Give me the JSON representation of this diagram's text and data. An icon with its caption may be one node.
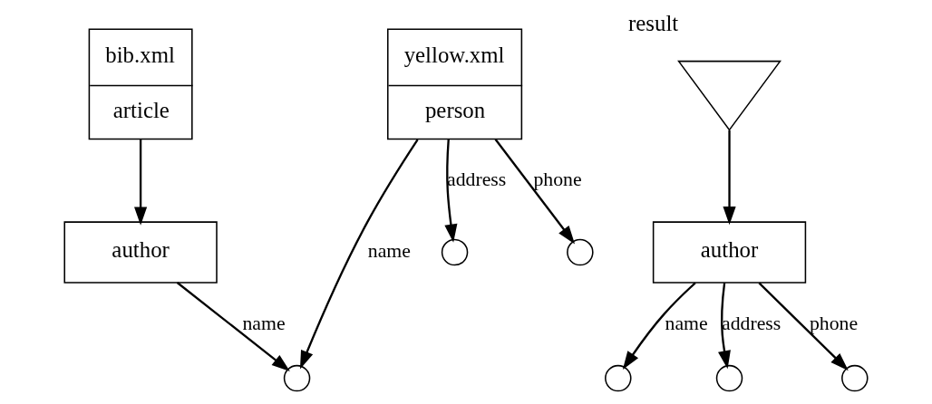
{
  "diagram": {
    "nodes": [
      {
        "text": [
          "bib.xml",
          "article"
        ]
      },
      {
        "text": [
          "yellow.xml",
          "person"
        ]
      },
      {
        "text": [
          "author"
        ]
      },
      {
        "text": [],
        "shape": "circle"
      },
      {
        "text": [],
        "shape": "circle"
      },
      {
        "text": [],
        "shape": "circle"
      },
      {
        "text": [
          "result"
        ]
      },
      {
        "text": [
          "author"
        ]
      },
      {
        "text": [],
        "shape": "circle"
      },
      {
        "text": [],
        "shape": "circle"
      },
      {
        "text": [],
        "shape": "circle"
      }
    ],
    "edges": [
      {
        "from": 0,
        "to": 2,
        "arrow": "to"
      },
      {
        "from": 2,
        "to": 3,
        "label": "name",
        "arrow": "to"
      },
      {
        "from": 1,
        "to": 3,
        "label": "name",
        "arrow": "to"
      },
      {
        "from": 1,
        "to": 4,
        "label": "address",
        "arrow": "to"
      },
      {
        "from": 1,
        "to": 5,
        "label": "phone",
        "arrow": "to"
      },
      {
        "from": 6,
        "to": 7,
        "arrow": "to"
      },
      {
        "from": 7,
        "to": 8,
        "label": "name",
        "arrow": "to"
      },
      {
        "from": 7,
        "to": 9,
        "label": "address",
        "arrow": "to"
      },
      {
        "from": 7,
        "to": 10,
        "label": "phone",
        "arrow": "to"
      }
    ]
  }
}
